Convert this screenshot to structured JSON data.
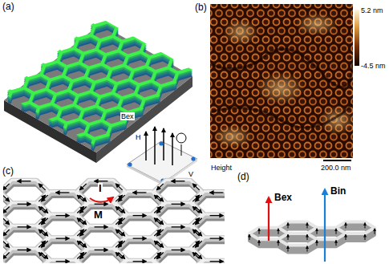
{
  "diagram": {
    "labels": [
      "(a)",
      "Bex",
      "H",
      "V",
      "(b)",
      "5.2 nm",
      "-4.5 nm",
      "Height",
      "200.0 nm",
      "(c)",
      "I",
      "M",
      "(d)",
      "Bex",
      "Bin"
    ]
  }
}
